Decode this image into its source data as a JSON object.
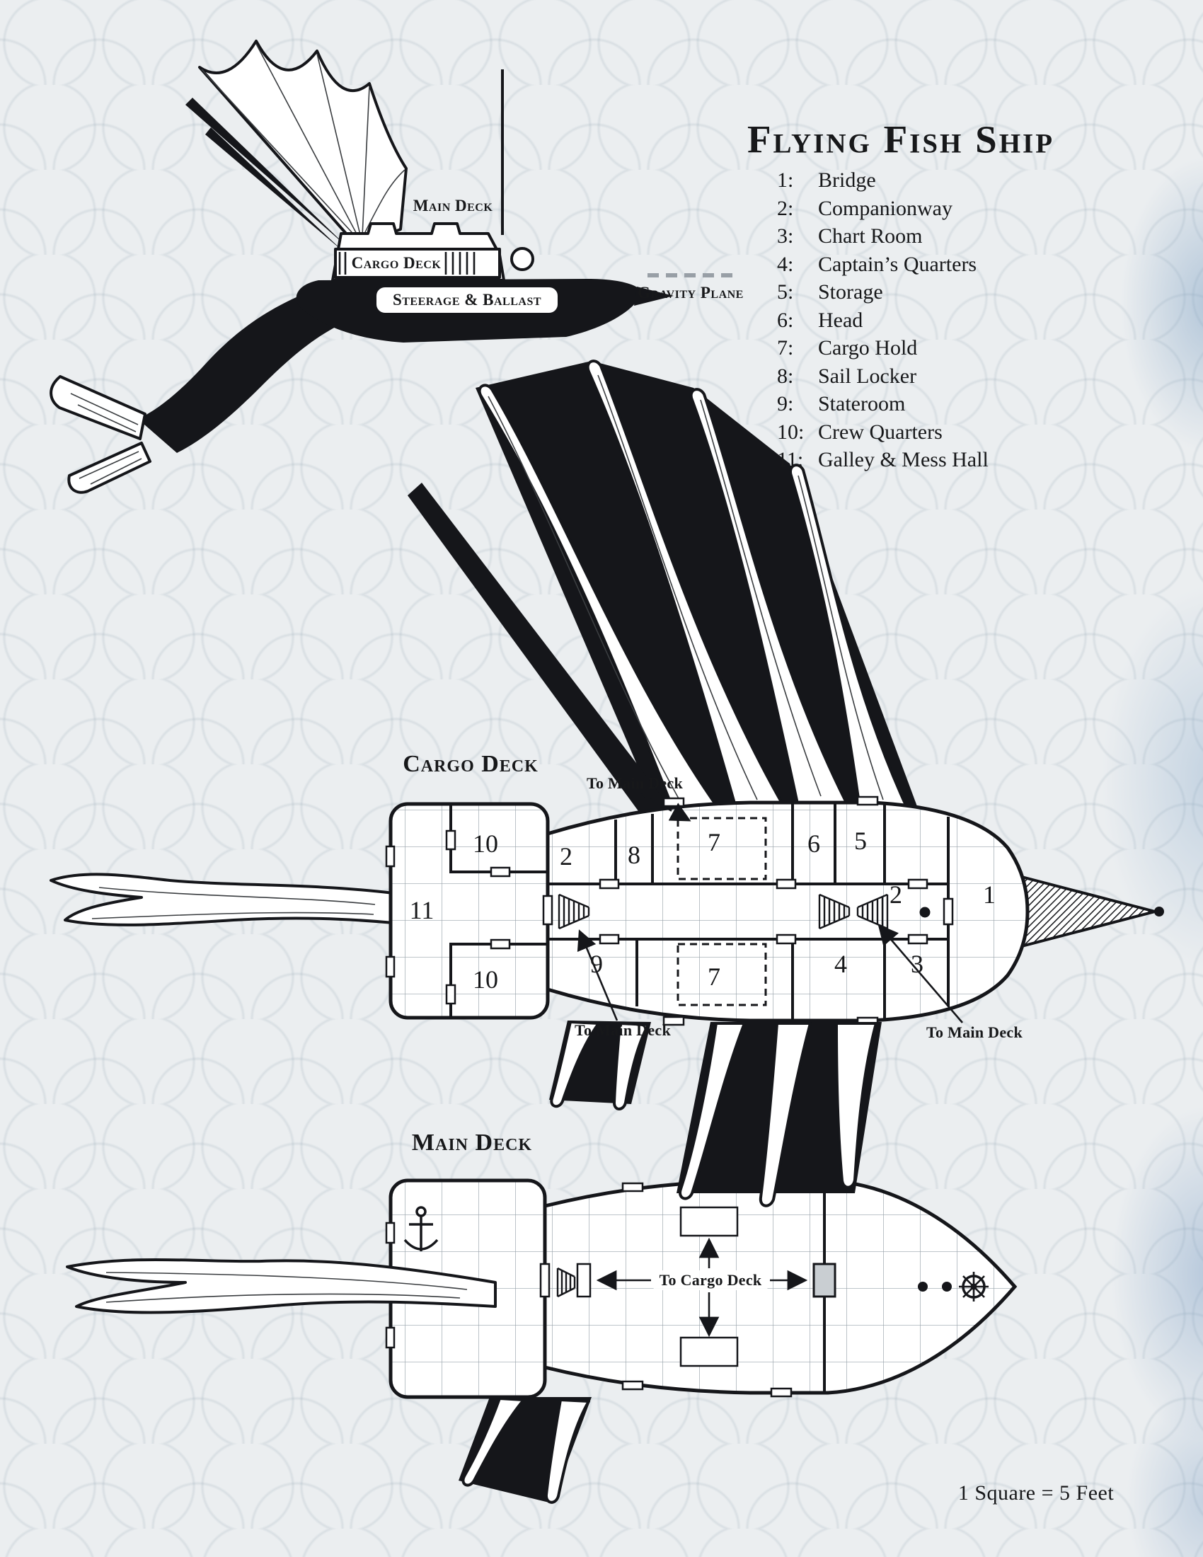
{
  "page": {
    "title": "Flying Fish Ship",
    "scale_note": "1 Square = 5 Feet"
  },
  "legend": {
    "items": [
      {
        "num": "1:",
        "label": "Bridge"
      },
      {
        "num": "2:",
        "label": "Companionway"
      },
      {
        "num": "3:",
        "label": "Chart Room"
      },
      {
        "num": "4:",
        "label": "Captain’s Quarters"
      },
      {
        "num": "5:",
        "label": "Storage"
      },
      {
        "num": "6:",
        "label": "Head"
      },
      {
        "num": "7:",
        "label": "Cargo Hold"
      },
      {
        "num": "8:",
        "label": "Sail Locker"
      },
      {
        "num": "9:",
        "label": "Stateroom"
      },
      {
        "num": "10:",
        "label": "Crew Quarters"
      },
      {
        "num": "11:",
        "label": "Galley & Mess Hall"
      }
    ]
  },
  "side_view": {
    "main_deck_label": "Main Deck",
    "cargo_deck_label": "Cargo Deck",
    "steerage_label": "Steerage & Ballast",
    "gravity_plane_label": "Gravity Plane"
  },
  "cargo_deck": {
    "title": "Cargo Deck",
    "callout_top": "To Main Deck",
    "callout_bottom_left": "To Main Deck",
    "callout_bottom_right": "To Main Deck",
    "rooms": {
      "r10_top": "10",
      "r11": "11",
      "r10_bottom": "10",
      "r2_left": "2",
      "r8": "8",
      "r7_top": "7",
      "r6": "6",
      "r5": "5",
      "r2_right": "2",
      "r1": "1",
      "r9": "9",
      "r7_bottom": "7",
      "r4": "4",
      "r3": "3"
    }
  },
  "main_deck": {
    "title": "Main Deck",
    "callout_center": "To Cargo Deck"
  }
}
